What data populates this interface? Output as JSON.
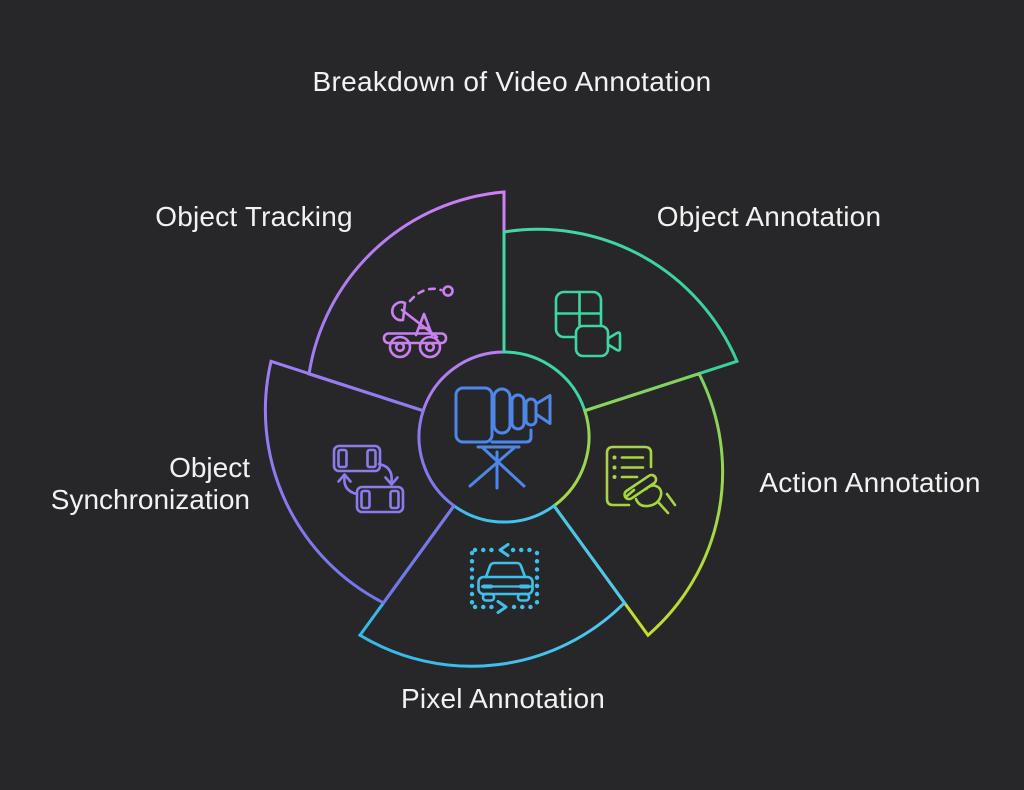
{
  "title": "Breakdown of Video Annotation",
  "background_color": "#272729",
  "text_color": "#f2f2f2",
  "center": {
    "icon": "video-camera-tripod-icon",
    "color": "#4d87e9"
  },
  "segments": [
    {
      "id": "object-tracking",
      "label": "Object Tracking",
      "icon": "object-tracking-catapult-icon",
      "color_start": "#cf80f5",
      "color_end": "#9f7cf0",
      "icon_color": "#c981f2"
    },
    {
      "id": "object-annotation",
      "label": "Object Annotation",
      "icon": "frames-grid-camera-icon",
      "color_start": "#40d9a6",
      "color_end": "#3bcf9a",
      "icon_color": "#3ed6a1"
    },
    {
      "id": "action-annotation",
      "label": "Action Annotation",
      "icon": "document-writing-hand-icon",
      "color_start": "#7fd163",
      "color_end": "#c6dd2e",
      "icon_color": "#a8d63f"
    },
    {
      "id": "pixel-annotation",
      "label": "Pixel Annotation",
      "icon": "car-bounding-box-icon",
      "color_start": "#38b7e8",
      "color_end": "#4bc9ee",
      "icon_color": "#3fc0ea"
    },
    {
      "id": "object-synchronization",
      "label": "Object Synchronization",
      "label_lines": [
        "Object",
        "Synchronization"
      ],
      "icon": "sync-film-frames-icon",
      "color_start": "#a07ef2",
      "color_end": "#7176e9",
      "icon_color": "#8b7cee"
    }
  ]
}
